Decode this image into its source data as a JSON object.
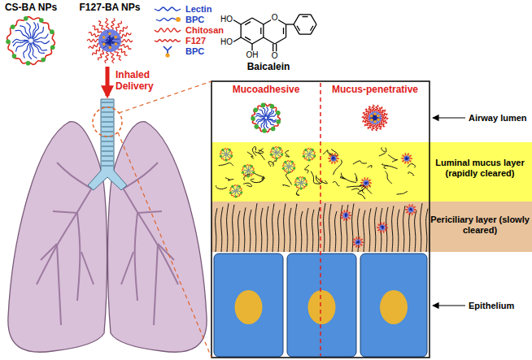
{
  "diagram": {
    "labels": [
      "CS-BA NPs",
      "F127-BA NPs",
      "Baicalein",
      "HO",
      "HO",
      "OH",
      "O",
      "O",
      "Inhaled Delivery",
      "Mucoadhesive",
      "Mucus-penetrative",
      "Airway lumen",
      "Luminal mucus layer (rapidly cleared)",
      "Periciliary layer (slowly cleared)",
      "Epithelium"
    ],
    "legend": [
      {
        "text": "Lectin"
      },
      {
        "text": "BPC"
      },
      {
        "text": "Chitosan"
      },
      {
        "text": "F127"
      },
      {
        "text": "BPC"
      }
    ]
  }
}
